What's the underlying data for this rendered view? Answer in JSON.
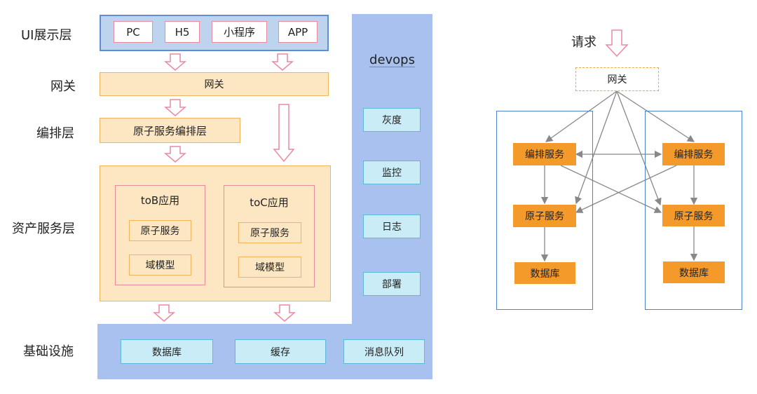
{
  "layer_labels": {
    "ui": "UI展示层",
    "gateway": "网关",
    "orchestration": "编排层",
    "asset_service": "资产服务层",
    "infrastructure": "基础设施"
  },
  "ui_clients": [
    "PC",
    "H5",
    "小程序",
    "APP"
  ],
  "gateway_bar": "网关",
  "orchestration_bar": "原子服务编排层",
  "apps": [
    {
      "title": "toB应用",
      "atomic": "原子服务",
      "domain": "域模型"
    },
    {
      "title": "toC应用",
      "atomic": "原子服务",
      "domain": "域模型"
    }
  ],
  "devops": {
    "title": "devops",
    "items": [
      "灰度",
      "监控",
      "日志",
      "部署"
    ]
  },
  "infra_items": [
    "数据库",
    "缓存",
    "消息队列"
  ],
  "right_diagram": {
    "request_label": "请求",
    "gateway": "网关",
    "left_group": {
      "orchestration": "编排服务",
      "atomic": "原子服务",
      "database": "数据库"
    },
    "right_group": {
      "orchestration": "编排服务",
      "atomic": "原子服务",
      "database": "数据库"
    }
  },
  "colors": {
    "blue_panel": "#a9c1ef",
    "pink_border": "#e98aa0",
    "peach_fill": "#fde7c3",
    "orange_border": "#f0b45c",
    "teal_fill": "#c9ecf6",
    "node_orange": "#f39a2a",
    "group_blue": "#4d83c8"
  }
}
